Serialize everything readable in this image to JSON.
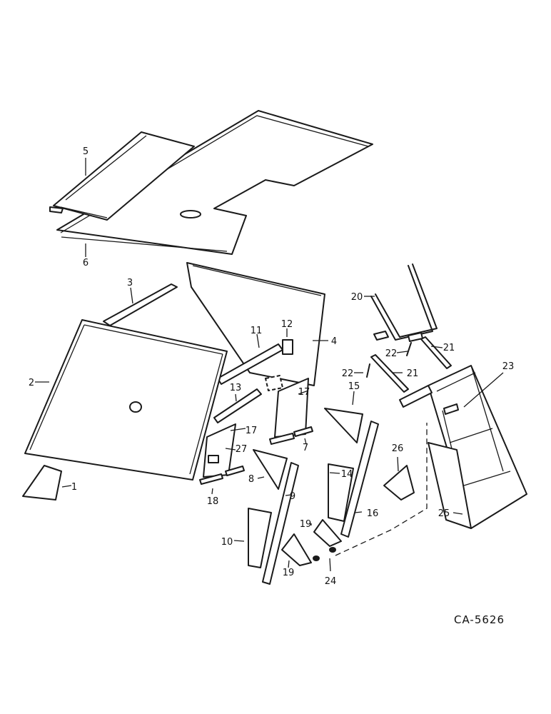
{
  "drawing_code": "CA-5626",
  "callouts": [
    {
      "id": "c1",
      "text": "1"
    },
    {
      "id": "c2",
      "text": "2"
    },
    {
      "id": "c3",
      "text": "3"
    },
    {
      "id": "c4",
      "text": "4"
    },
    {
      "id": "c5",
      "text": "5"
    },
    {
      "id": "c6",
      "text": "6"
    },
    {
      "id": "c7",
      "text": "7"
    },
    {
      "id": "c8",
      "text": "8"
    },
    {
      "id": "c9",
      "text": "9"
    },
    {
      "id": "c10",
      "text": "10"
    },
    {
      "id": "c11",
      "text": "11"
    },
    {
      "id": "c12",
      "text": "12"
    },
    {
      "id": "c13",
      "text": "13"
    },
    {
      "id": "c14",
      "text": "14"
    },
    {
      "id": "c15",
      "text": "15"
    },
    {
      "id": "c16",
      "text": "16"
    },
    {
      "id": "c17a",
      "text": "17"
    },
    {
      "id": "c17b",
      "text": "17"
    },
    {
      "id": "c18",
      "text": "18"
    },
    {
      "id": "c19a",
      "text": "19"
    },
    {
      "id": "c19b",
      "text": "19"
    },
    {
      "id": "c20",
      "text": "20"
    },
    {
      "id": "c21a",
      "text": "21"
    },
    {
      "id": "c21b",
      "text": "21"
    },
    {
      "id": "c22a",
      "text": "22"
    },
    {
      "id": "c22b",
      "text": "22"
    },
    {
      "id": "c23",
      "text": "23"
    },
    {
      "id": "c24",
      "text": "24"
    },
    {
      "id": "c25",
      "text": "25"
    },
    {
      "id": "c26",
      "text": "26"
    },
    {
      "id": "c27",
      "text": "27"
    }
  ]
}
